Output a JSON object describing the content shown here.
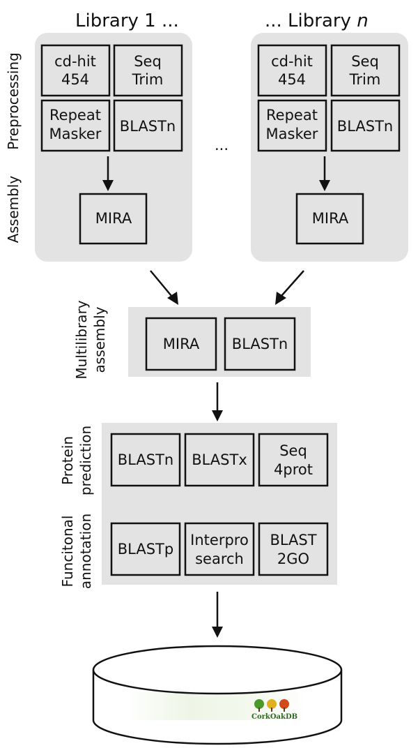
{
  "titles": {
    "library_1": "Library 1 ...",
    "library_n_prefix": "... Library ",
    "library_n_var": "n",
    "ellipsis": "..."
  },
  "side_labels": {
    "preprocessing": "Preprocessing",
    "assembly": "Assembly",
    "multilibrary_line1": "Multilibrary",
    "multilibrary_line2": "assembly",
    "protein_line1": "Protein",
    "protein_line2": "prediction",
    "functional_line1": "Funcitonal",
    "functional_line2": "annotation"
  },
  "library_boxes": {
    "cdhit": [
      "cd-hit",
      "454"
    ],
    "seqtrim": [
      "Seq",
      "Trim"
    ],
    "repeatmasker": [
      "Repeat",
      "Masker"
    ],
    "blastn": "BLASTn",
    "mira": "MIRA"
  },
  "multilibrary_boxes": {
    "mira": "MIRA",
    "blastn": "BLASTn"
  },
  "protein_boxes": {
    "blastn": "BLASTn",
    "blastx": "BLASTx",
    "seq4prot": [
      "Seq",
      "4prot"
    ]
  },
  "annotation_boxes": {
    "blastp": "BLASTp",
    "interpro": [
      "Interpro",
      "search"
    ],
    "blast2go": [
      "BLAST",
      "2GO"
    ]
  },
  "database": {
    "logo_text": "CorkOakDB",
    "logo_colors": [
      "#4a9a2a",
      "#e0b020",
      "#d04a1a"
    ]
  }
}
